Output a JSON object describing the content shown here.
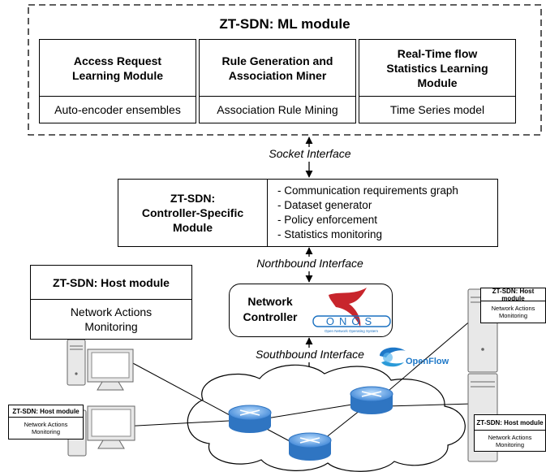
{
  "ml_module": {
    "title": "ZT-SDN: ML module",
    "columns": [
      {
        "heading": "Access Request Learning Module",
        "body": "Auto-encoder ensembles"
      },
      {
        "heading": "Rule Generation and Association Miner",
        "body": "Association Rule Mining"
      },
      {
        "heading": "Real-Time flow Statistics Learning Module",
        "body": "Time Series model"
      }
    ]
  },
  "interfaces": {
    "socket": "Socket Interface",
    "northbound": "Northbound Interface",
    "southbound": "Southbound Interface"
  },
  "controller_module": {
    "title_line1": "ZT-SDN:",
    "title_line2": "Controller-Specific",
    "title_line3": "Module",
    "items": [
      "- Communication requirements graph",
      "- Dataset generator",
      "- Policy enforcement",
      "- Statistics monitoring"
    ]
  },
  "host_module": {
    "title": "ZT-SDN: Host module",
    "body_line1": "Network Actions",
    "body_line2": "Monitoring"
  },
  "network_controller": {
    "line1": "Network",
    "line2": "Controller",
    "onos_logo": "ONOS",
    "onos_tagline": "Open Network Operating System"
  },
  "openflow_logo": "OpenFlow",
  "small_host_modules": [
    {
      "title": "ZT-SDN: Host module",
      "body_line1": "Network Actions",
      "body_line2": "Monitoring"
    },
    {
      "title": "ZT-SDN: Host module",
      "body_line1": "Network Actions",
      "body_line2": "Monitoring"
    },
    {
      "title": "ZT-SDN: Host module",
      "body_line1": "Network Actions",
      "body_line2": "Monitoring"
    }
  ],
  "colors": {
    "module_fill": "#e6e6e6",
    "device_gray": "#e8e8e8",
    "router_blue": "#5aa0e0",
    "onos_red": "#c8252c",
    "onos_blue": "#1a70c0",
    "openflow_blue": "#1e78c8"
  }
}
